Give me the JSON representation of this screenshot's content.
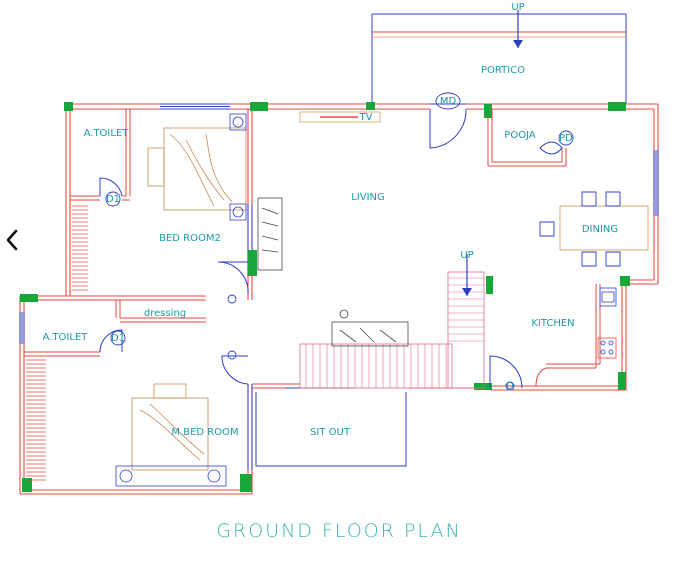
{
  "nav": {
    "back_icon": "chevron-left-icon"
  },
  "plan_title": "GROUND FLOOR PLAN",
  "rooms": {
    "portico": "PORTICO",
    "living": "LIVING",
    "pooja": "POOJA",
    "dining": "DINING",
    "kitchen": "KITCHEN",
    "toilet_top": "A.TOILET",
    "bed_room2": "BED ROOM2",
    "dressing": "dressing",
    "toilet_bottom": "A.TOILET",
    "master_bed": "M.BED ROOM",
    "sit_out": "SIT OUT"
  },
  "tags": {
    "main_door": "MD",
    "pooja_door": "PD",
    "tv": "TV",
    "door_d1_top": "D1",
    "door_d1_bottom": "D1",
    "door_d": "D"
  },
  "stair_labels": {
    "portico_up": "UP",
    "stair_up": "UP"
  },
  "colors": {
    "wall_red": "#e8463c",
    "wall_pink": "#f29a9a",
    "line_blue": "#2b3fc4",
    "column_green": "#18a83a",
    "text_teal": "#1a9aa8",
    "furniture_tan": "#d8a060"
  }
}
